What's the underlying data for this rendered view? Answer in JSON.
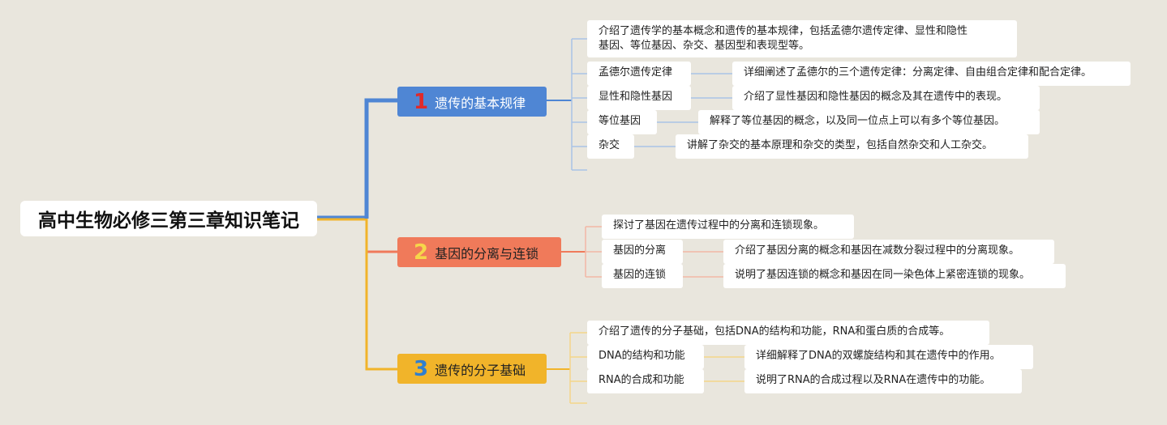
{
  "root": {
    "title": "高中生物必修三第三章知识笔记"
  },
  "branches": [
    {
      "number": "1",
      "title": "遗传的基本规律",
      "intro_line1": "介绍了遗传学的基本概念和遗传的基本规律，包括孟德尔遗传定律、显性和隐性",
      "intro_line2": "基因、等位基因、杂交、基因型和表现型等。",
      "topics": [
        {
          "label": "孟德尔遗传定律",
          "detail": "详细阐述了孟德尔的三个遗传定律：分离定律、自由组合定律和配合定律。"
        },
        {
          "label": "显性和隐性基因",
          "detail": "介绍了显性基因和隐性基因的概念及其在遗传中的表现。"
        },
        {
          "label": "等位基因",
          "detail": "解释了等位基因的概念，以及同一位点上可以有多个等位基因。"
        },
        {
          "label": "杂交",
          "detail": "讲解了杂交的基本原理和杂交的类型，包括自然杂交和人工杂交。"
        }
      ]
    },
    {
      "number": "2",
      "title": "基因的分离与连锁",
      "intro_line1": "探讨了基因在遗传过程中的分离和连锁现象。",
      "topics": [
        {
          "label": "基因的分离",
          "detail": "介绍了基因分离的概念和基因在减数分裂过程中的分离现象。"
        },
        {
          "label": "基因的连锁",
          "detail": "说明了基因连锁的概念和基因在同一染色体上紧密连锁的现象。"
        }
      ]
    },
    {
      "number": "3",
      "title": "遗传的分子基础",
      "intro_line1": "介绍了遗传的分子基础，包括DNA的结构和功能，RNA和蛋白质的合成等。",
      "topics": [
        {
          "label": "DNA的结构和功能",
          "detail": "详细解释了DNA的双螺旋结构和其在遗传中的作用。"
        },
        {
          "label": "RNA的合成和功能",
          "detail": "说明了RNA的合成过程以及RNA在遗传中的功能。"
        }
      ]
    }
  ],
  "colors": {
    "background": "#e9e6dd",
    "branch1": "#4f86d4",
    "branch2": "#f07a5a",
    "branch3": "#f1b42a"
  }
}
